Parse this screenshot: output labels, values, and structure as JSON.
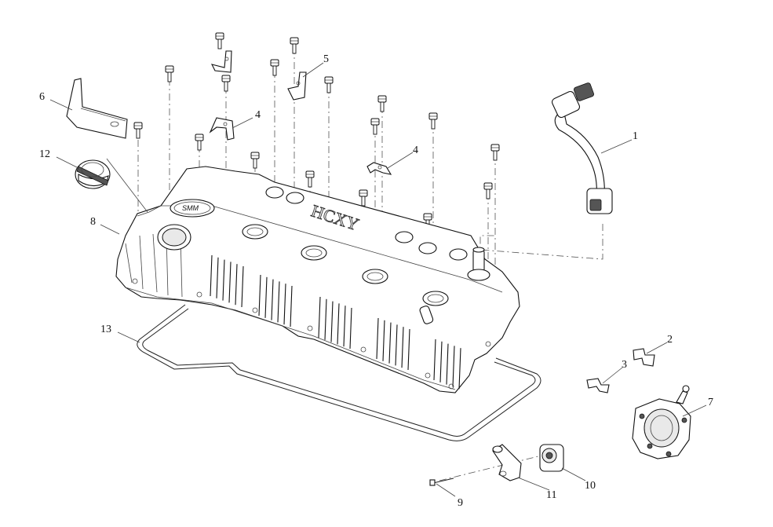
{
  "diagram": {
    "callouts": [
      {
        "id": "c1",
        "label": "1"
      },
      {
        "id": "c2",
        "label": "2"
      },
      {
        "id": "c3",
        "label": "3"
      },
      {
        "id": "c4a",
        "label": "4"
      },
      {
        "id": "c4b",
        "label": "4"
      },
      {
        "id": "c5",
        "label": "5"
      },
      {
        "id": "c6",
        "label": "6"
      },
      {
        "id": "c7",
        "label": "7"
      },
      {
        "id": "c8",
        "label": "8"
      },
      {
        "id": "c9",
        "label": "9"
      },
      {
        "id": "c10",
        "label": "10"
      },
      {
        "id": "c11",
        "label": "11"
      },
      {
        "id": "c12",
        "label": "12"
      },
      {
        "id": "c13",
        "label": "13"
      }
    ],
    "cover_embossing": "HCXY",
    "logo_text": "SMM"
  }
}
